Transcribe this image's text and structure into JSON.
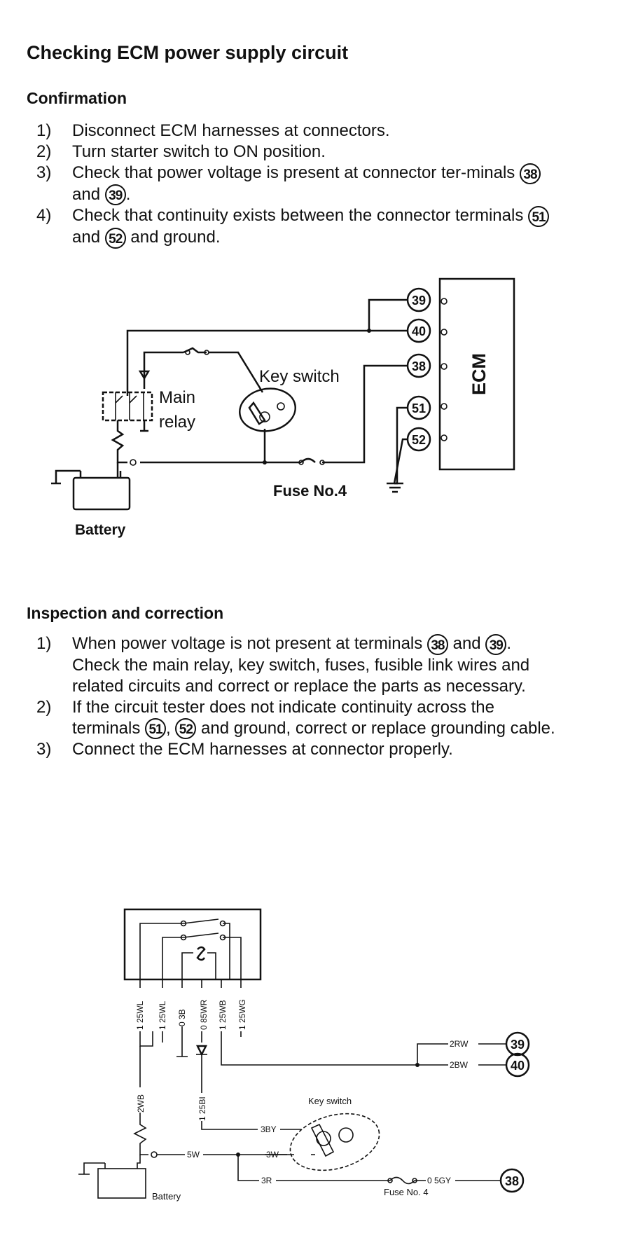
{
  "title": "Checking ECM power supply circuit",
  "confirmation": {
    "heading": "Confirmation",
    "steps": [
      {
        "num": "1)",
        "pre": "Disconnect ECM harnesses at connectors."
      },
      {
        "num": "2)",
        "pre": "Turn starter switch to ON position."
      },
      {
        "num": "3)",
        "pre": "Check that power voltage is present at connector ter-minals",
        "t1": "38",
        "mid": "and",
        "t2": "39",
        "post": "."
      },
      {
        "num": "4)",
        "pre": "Check that continuity exists between the connector terminals",
        "t1": "51",
        "mid": "and",
        "t2": "52",
        "post": "and ground."
      }
    ]
  },
  "diagram1": {
    "ecm_label": "ECM",
    "terminals": [
      "39",
      "40",
      "38",
      "51",
      "52"
    ],
    "key_switch": "Key switch",
    "main_relay_line1": "Main",
    "main_relay_line2": "relay",
    "fuse": "Fuse No.4",
    "battery": "Battery"
  },
  "inspection": {
    "heading": "Inspection and correction",
    "steps": [
      {
        "num": "1)",
        "pre": "When power voltage is not present at terminals",
        "t1": "38",
        "mid": "and",
        "t2": "39",
        "post": ".",
        "extra": "Check the main relay, key switch, fuses, fusible link wires and related circuits and correct or replace the parts as necessary."
      },
      {
        "num": "2)",
        "pre": "If the circuit tester does not indicate continuity across the terminals",
        "t1": "51",
        "mid": ",",
        "t2": "52",
        "post": "and ground, correct or replace grounding cable."
      },
      {
        "num": "3)",
        "pre": "Connect the ECM harnesses at connector properly."
      }
    ]
  },
  "diagram2": {
    "wires": [
      "1 25WL",
      "1 25WL",
      "0 3B",
      "0 85WR",
      "1 25WB",
      "1 25WG"
    ],
    "w_2rw": "2RW",
    "w_2bw": "2BW",
    "w_2wb": "2WB",
    "w_125bl": "1 25BI",
    "w_3by": "3BY",
    "w_3w": "3W",
    "w_5w": "5W",
    "w_3r": "3R",
    "w_05gy": "0 5GY",
    "key_switch": "Key switch",
    "fuse": "Fuse No. 4",
    "battery": "Battery",
    "terminals": [
      "39",
      "40",
      "38"
    ]
  }
}
